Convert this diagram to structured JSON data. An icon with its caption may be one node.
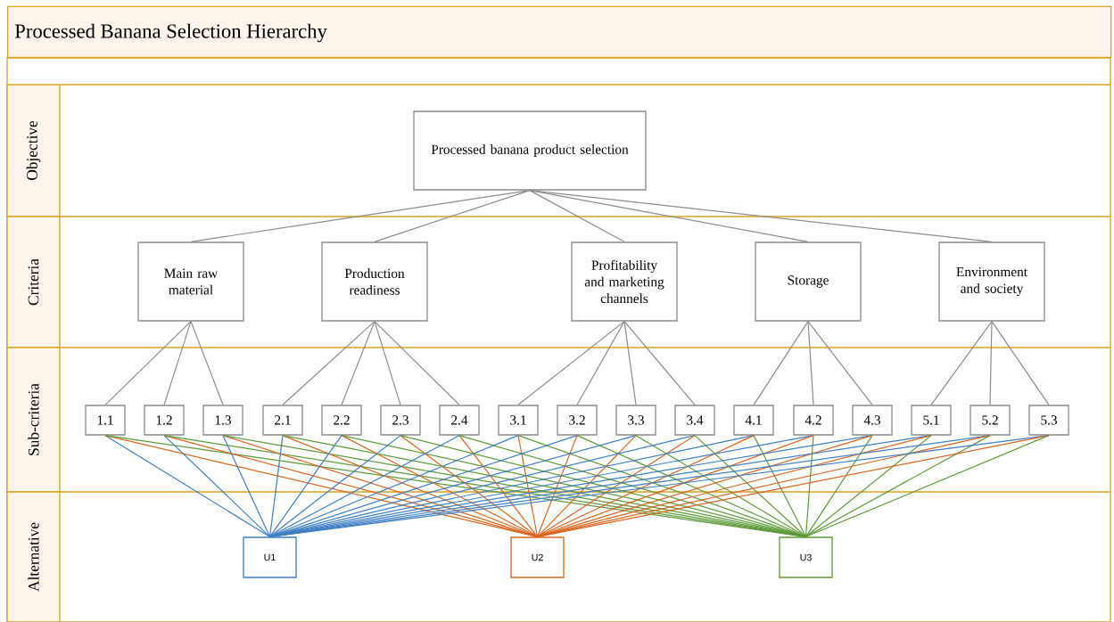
{
  "diagram": {
    "title": "Processed Banana Selection Hierarchy",
    "nodes": [
      {
        "text": [
          "Objective"
        ]
      },
      {
        "text": [
          "Criteria"
        ]
      },
      {
        "text": [
          "Sub-criteria"
        ]
      },
      {
        "text": [
          "Alternative"
        ]
      },
      {
        "text": [
          "Processed banana product selection"
        ]
      },
      {
        "text": [
          "Main raw material"
        ]
      },
      {
        "text": [
          "Production readiness"
        ]
      },
      {
        "text": [
          "Profitability and marketing channels"
        ]
      },
      {
        "text": [
          "Storage"
        ]
      },
      {
        "text": [
          "Environment and society"
        ]
      },
      {
        "text": [
          "1.1"
        ]
      },
      {
        "text": [
          "1.2"
        ]
      },
      {
        "text": [
          "1.3"
        ]
      },
      {
        "text": [
          "2.1"
        ]
      },
      {
        "text": [
          "2.2"
        ]
      },
      {
        "text": [
          "2.3"
        ]
      },
      {
        "text": [
          "2.4"
        ]
      },
      {
        "text": [
          "3.1"
        ]
      },
      {
        "text": [
          "3.2"
        ]
      },
      {
        "text": [
          "3.3"
        ]
      },
      {
        "text": [
          "3.4"
        ]
      },
      {
        "text": [
          "4.1"
        ]
      },
      {
        "text": [
          "4.2"
        ]
      },
      {
        "text": [
          "4.3"
        ]
      },
      {
        "text": [
          "5.1"
        ]
      },
      {
        "text": [
          "5.2"
        ]
      },
      {
        "text": [
          "5.3"
        ]
      },
      {
        "text": [
          "U1"
        ]
      },
      {
        "text": [
          "U2"
        ]
      },
      {
        "text": [
          "U3"
        ]
      }
    ],
    "edges": [
      {
        "from": 4,
        "to": 5,
        "arrow": "none",
        "color": "#8c8c8c"
      },
      {
        "from": 4,
        "to": 6,
        "arrow": "none",
        "color": "#8c8c8c"
      },
      {
        "from": 4,
        "to": 7,
        "arrow": "none",
        "color": "#8c8c8c"
      },
      {
        "from": 4,
        "to": 8,
        "arrow": "none",
        "color": "#8c8c8c"
      },
      {
        "from": 4,
        "to": 9,
        "arrow": "none",
        "color": "#8c8c8c"
      },
      {
        "from": 5,
        "to": 10,
        "arrow": "none",
        "color": "#8c8c8c"
      },
      {
        "from": 5,
        "to": 11,
        "arrow": "none",
        "color": "#8c8c8c"
      },
      {
        "from": 5,
        "to": 12,
        "arrow": "none",
        "color": "#8c8c8c"
      },
      {
        "from": 6,
        "to": 13,
        "arrow": "none",
        "color": "#8c8c8c"
      },
      {
        "from": 6,
        "to": 14,
        "arrow": "none",
        "color": "#8c8c8c"
      },
      {
        "from": 6,
        "to": 15,
        "arrow": "none",
        "color": "#8c8c8c"
      },
      {
        "from": 6,
        "to": 16,
        "arrow": "none",
        "color": "#8c8c8c"
      },
      {
        "from": 7,
        "to": 17,
        "arrow": "none",
        "color": "#8c8c8c"
      },
      {
        "from": 7,
        "to": 18,
        "arrow": "none",
        "color": "#8c8c8c"
      },
      {
        "from": 7,
        "to": 19,
        "arrow": "none",
        "color": "#8c8c8c"
      },
      {
        "from": 7,
        "to": 20,
        "arrow": "none",
        "color": "#8c8c8c"
      },
      {
        "from": 8,
        "to": 21,
        "arrow": "none",
        "color": "#8c8c8c"
      },
      {
        "from": 8,
        "to": 22,
        "arrow": "none",
        "color": "#8c8c8c"
      },
      {
        "from": 8,
        "to": 23,
        "arrow": "none",
        "color": "#8c8c8c"
      },
      {
        "from": 9,
        "to": 24,
        "arrow": "none",
        "color": "#8c8c8c"
      },
      {
        "from": 9,
        "to": 25,
        "arrow": "none",
        "color": "#8c8c8c"
      },
      {
        "from": 9,
        "to": 26,
        "arrow": "none",
        "color": "#8c8c8c"
      },
      {
        "from": 10,
        "to": 27,
        "arrow": "none",
        "color": "#3f7fc4"
      },
      {
        "from": 10,
        "to": 28,
        "arrow": "none",
        "color": "#d9641e"
      },
      {
        "from": 10,
        "to": 29,
        "arrow": "none",
        "color": "#5e9a3a"
      },
      {
        "from": 11,
        "to": 27,
        "arrow": "none",
        "color": "#3f7fc4"
      },
      {
        "from": 11,
        "to": 28,
        "arrow": "none",
        "color": "#d9641e"
      },
      {
        "from": 11,
        "to": 29,
        "arrow": "none",
        "color": "#5e9a3a"
      },
      {
        "from": 12,
        "to": 27,
        "arrow": "none",
        "color": "#3f7fc4"
      },
      {
        "from": 12,
        "to": 28,
        "arrow": "none",
        "color": "#d9641e"
      },
      {
        "from": 12,
        "to": 29,
        "arrow": "none",
        "color": "#5e9a3a"
      },
      {
        "from": 13,
        "to": 27,
        "arrow": "none",
        "color": "#3f7fc4"
      },
      {
        "from": 13,
        "to": 28,
        "arrow": "none",
        "color": "#d9641e"
      },
      {
        "from": 13,
        "to": 29,
        "arrow": "none",
        "color": "#5e9a3a"
      },
      {
        "from": 14,
        "to": 27,
        "arrow": "none",
        "color": "#3f7fc4"
      },
      {
        "from": 14,
        "to": 28,
        "arrow": "none",
        "color": "#d9641e"
      },
      {
        "from": 14,
        "to": 29,
        "arrow": "none",
        "color": "#5e9a3a"
      },
      {
        "from": 15,
        "to": 27,
        "arrow": "none",
        "color": "#3f7fc4"
      },
      {
        "from": 15,
        "to": 28,
        "arrow": "none",
        "color": "#d9641e"
      },
      {
        "from": 15,
        "to": 29,
        "arrow": "none",
        "color": "#5e9a3a"
      },
      {
        "from": 16,
        "to": 27,
        "arrow": "none",
        "color": "#3f7fc4"
      },
      {
        "from": 16,
        "to": 28,
        "arrow": "none",
        "color": "#d9641e"
      },
      {
        "from": 16,
        "to": 29,
        "arrow": "none",
        "color": "#5e9a3a"
      },
      {
        "from": 17,
        "to": 27,
        "arrow": "none",
        "color": "#3f7fc4"
      },
      {
        "from": 17,
        "to": 28,
        "arrow": "none",
        "color": "#d9641e"
      },
      {
        "from": 17,
        "to": 29,
        "arrow": "none",
        "color": "#5e9a3a"
      },
      {
        "from": 18,
        "to": 27,
        "arrow": "none",
        "color": "#3f7fc4"
      },
      {
        "from": 18,
        "to": 28,
        "arrow": "none",
        "color": "#d9641e"
      },
      {
        "from": 18,
        "to": 29,
        "arrow": "none",
        "color": "#5e9a3a"
      },
      {
        "from": 19,
        "to": 27,
        "arrow": "none",
        "color": "#3f7fc4"
      },
      {
        "from": 19,
        "to": 28,
        "arrow": "none",
        "color": "#d9641e"
      },
      {
        "from": 19,
        "to": 29,
        "arrow": "none",
        "color": "#5e9a3a"
      },
      {
        "from": 20,
        "to": 27,
        "arrow": "none",
        "color": "#3f7fc4"
      },
      {
        "from": 20,
        "to": 28,
        "arrow": "none",
        "color": "#d9641e"
      },
      {
        "from": 20,
        "to": 29,
        "arrow": "none",
        "color": "#5e9a3a"
      },
      {
        "from": 21,
        "to": 27,
        "arrow": "none",
        "color": "#3f7fc4"
      },
      {
        "from": 21,
        "to": 28,
        "arrow": "none",
        "color": "#d9641e"
      },
      {
        "from": 21,
        "to": 29,
        "arrow": "none",
        "color": "#5e9a3a"
      },
      {
        "from": 22,
        "to": 27,
        "arrow": "none",
        "color": "#3f7fc4"
      },
      {
        "from": 22,
        "to": 28,
        "arrow": "none",
        "color": "#d9641e"
      },
      {
        "from": 22,
        "to": 29,
        "arrow": "none",
        "color": "#5e9a3a"
      },
      {
        "from": 23,
        "to": 27,
        "arrow": "none",
        "color": "#3f7fc4"
      },
      {
        "from": 23,
        "to": 28,
        "arrow": "none",
        "color": "#d9641e"
      },
      {
        "from": 23,
        "to": 29,
        "arrow": "none",
        "color": "#5e9a3a"
      },
      {
        "from": 24,
        "to": 27,
        "arrow": "none",
        "color": "#3f7fc4"
      },
      {
        "from": 24,
        "to": 28,
        "arrow": "none",
        "color": "#d9641e"
      },
      {
        "from": 24,
        "to": 29,
        "arrow": "none",
        "color": "#5e9a3a"
      },
      {
        "from": 25,
        "to": 27,
        "arrow": "none",
        "color": "#3f7fc4"
      },
      {
        "from": 25,
        "to": 28,
        "arrow": "none",
        "color": "#d9641e"
      },
      {
        "from": 25,
        "to": 29,
        "arrow": "none",
        "color": "#5e9a3a"
      },
      {
        "from": 26,
        "to": 27,
        "arrow": "none",
        "color": "#3f7fc4"
      },
      {
        "from": 26,
        "to": 28,
        "arrow": "none",
        "color": "#d9641e"
      },
      {
        "from": 26,
        "to": 29,
        "arrow": "none",
        "color": "#5e9a3a"
      }
    ]
  }
}
